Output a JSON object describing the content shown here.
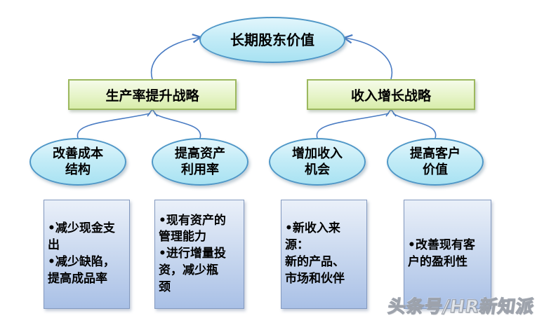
{
  "diagram": {
    "root": {
      "label": "长期股东价值"
    },
    "strategies": [
      {
        "label": "生产率提升战略"
      },
      {
        "label": "收入增长战略"
      }
    ],
    "objectives": [
      {
        "label": "改善成本\n结构"
      },
      {
        "label": "提高资产\n利用率"
      },
      {
        "label": "增加收入\n机会"
      },
      {
        "label": "提高客户\n价值"
      }
    ],
    "details": [
      {
        "text": "•减少现金支\n出\n•减少缺陷，\n提高成品率"
      },
      {
        "text": "•现有资产的\n管理能力\n•进行增量投\n资，减少瓶\n颈"
      },
      {
        "text": "•新收入来源：\n新的产品、\n市场和伙伴"
      },
      {
        "text": "•改善现有客\n户的盈利性"
      }
    ]
  },
  "watermark": "头条号/HR新知派",
  "colors": {
    "ellipse_fill": "#b9e8f5",
    "ellipse_border": "#4f97c7",
    "strategy_fill": "#e2f2bd",
    "strategy_border": "#9cb85e",
    "detail_fill": "#bcd0ea",
    "detail_border": "#8399bf",
    "arrow": "#4a7cc3"
  }
}
